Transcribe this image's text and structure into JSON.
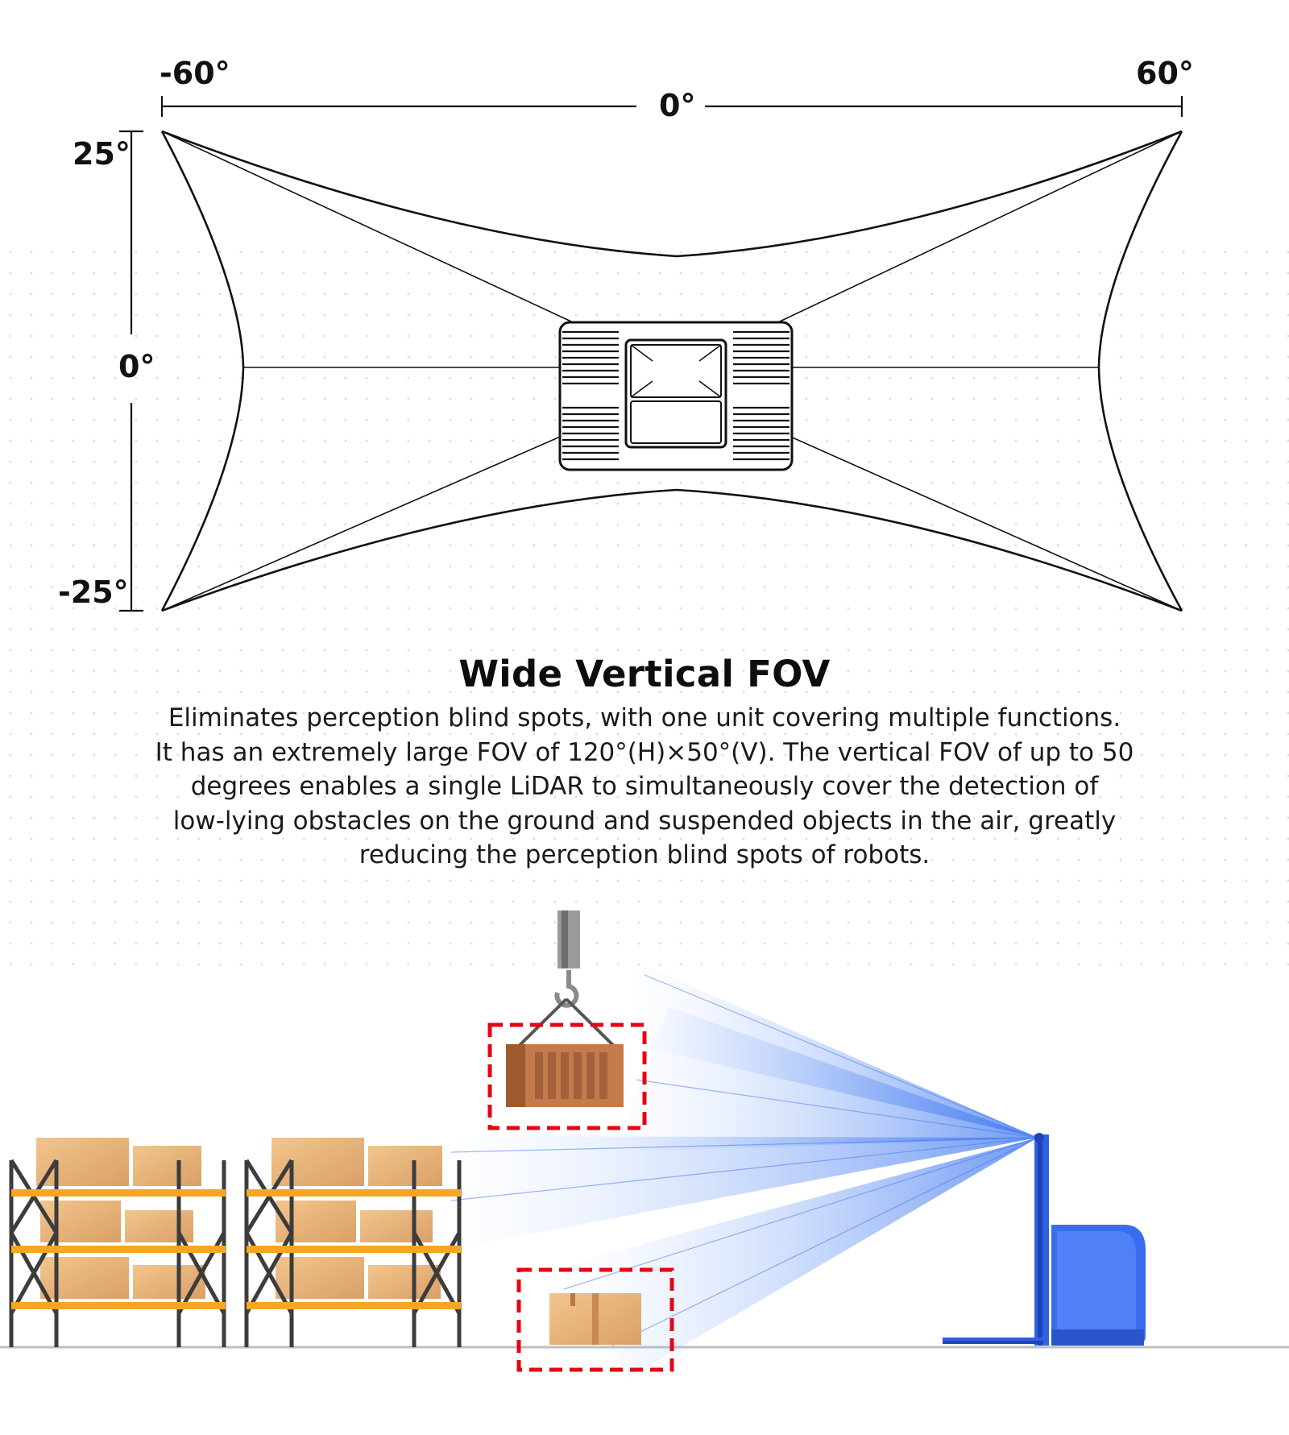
{
  "diagram": {
    "h_left_label": "-60°",
    "h_center_label": "0°",
    "h_right_label": "60°",
    "v_top_label": "25°",
    "v_center_label": "0°",
    "v_bottom_label": "-25°"
  },
  "heading": {
    "title": "Wide Vertical FOV",
    "description_lines": [
      "Eliminates perception blind spots, with one unit covering multiple functions.",
      "It has an extremely large FOV of 120°(H)×50°(V). The vertical FOV of up to 50",
      "degrees enables a single LiDAR to simultaneously cover the detection of",
      "low-lying obstacles on the ground and suspended objects in the air, greatly",
      "reducing the perception blind spots of robots."
    ]
  },
  "colors": {
    "highlight_box": "#e30613",
    "rack_beam": "#f6a623",
    "rack_frame": "#3c3c3c",
    "robot_blue": "#2f62e0",
    "box_tan": "#d9a066",
    "container_brown": "#b5683a",
    "beam_blue": "#3a74f0"
  }
}
